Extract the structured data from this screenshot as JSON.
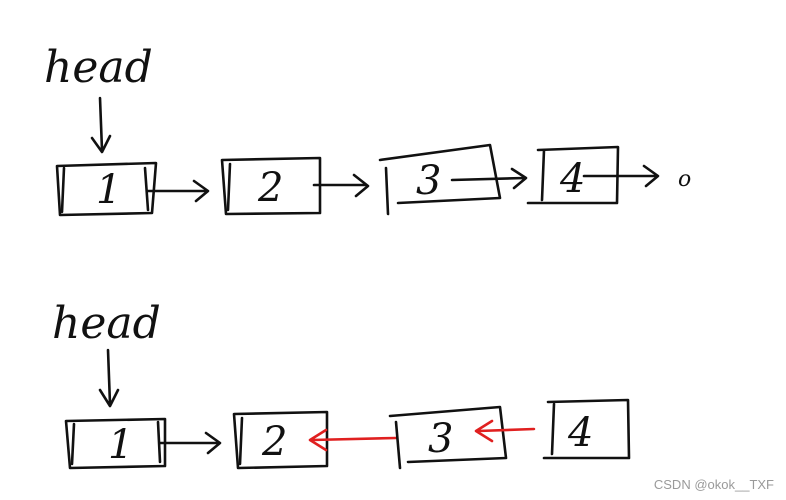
{
  "diagram1": {
    "head_label": "head",
    "nodes": [
      "1",
      "2",
      "3",
      "4"
    ],
    "null_label": "o"
  },
  "diagram2": {
    "head_label": "head",
    "nodes": [
      "1",
      "2",
      "3",
      "4"
    ]
  },
  "colors": {
    "ink": "#111111",
    "reversed_arrow": "#e02020",
    "watermark": "#9a9a9a"
  },
  "watermark": "CSDN @okok__TXF"
}
